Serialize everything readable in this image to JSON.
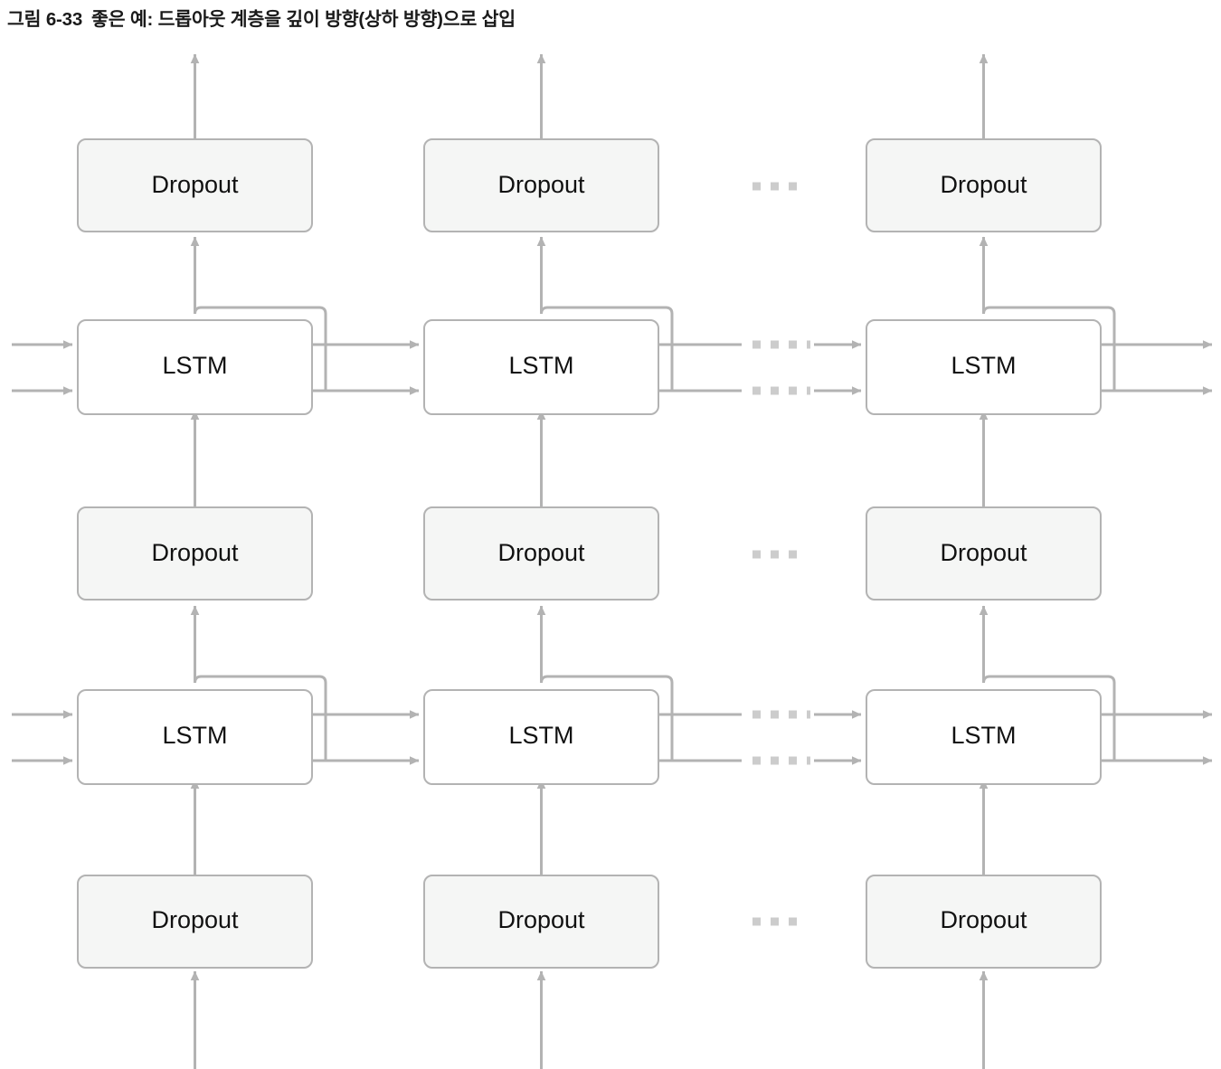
{
  "caption": {
    "figure_number": "그림 6-33",
    "text": "좋은 예: 드롭아웃 계층을 깊이 방향(상하 방향)으로 삽입"
  },
  "colors": {
    "line": "#b3b3b3",
    "box_stroke": "#b3b3b3",
    "dropout_fill": "#f5f6f5",
    "lstm_fill": "#ffffff",
    "label_text": "#111111",
    "caption_text": "#1a1a1a",
    "ellipsis": "#cccccc"
  },
  "labels": {
    "dropout": "Dropout",
    "lstm": "LSTM",
    "ellipsis": "......"
  },
  "diagram": {
    "type": "recurrent-network-unrolled",
    "columns": 3,
    "column_meaning": [
      "time-step-1",
      "time-step-2",
      "time-step-T"
    ],
    "stack_order_bottom_to_top": [
      "Dropout",
      "LSTM",
      "Dropout",
      "LSTM",
      "Dropout"
    ],
    "rows": [
      {
        "row": "dropout-top",
        "kind": "Dropout",
        "label": "Dropout"
      },
      {
        "row": "lstm-upper",
        "kind": "LSTM",
        "label": "LSTM"
      },
      {
        "row": "dropout-middle",
        "kind": "Dropout",
        "label": "Dropout"
      },
      {
        "row": "lstm-lower",
        "kind": "LSTM",
        "label": "LSTM"
      },
      {
        "row": "dropout-bottom",
        "kind": "Dropout",
        "label": "Dropout"
      }
    ],
    "nodes": [
      {
        "id": "dropout-top-c1",
        "label": "Dropout"
      },
      {
        "id": "dropout-top-c2",
        "label": "Dropout"
      },
      {
        "id": "dropout-top-c3",
        "label": "Dropout"
      },
      {
        "id": "lstm-upper-c1",
        "label": "LSTM"
      },
      {
        "id": "lstm-upper-c2",
        "label": "LSTM"
      },
      {
        "id": "lstm-upper-c3",
        "label": "LSTM"
      },
      {
        "id": "dropout-mid-c1",
        "label": "Dropout"
      },
      {
        "id": "dropout-mid-c2",
        "label": "Dropout"
      },
      {
        "id": "dropout-mid-c3",
        "label": "Dropout"
      },
      {
        "id": "lstm-lower-c1",
        "label": "LSTM"
      },
      {
        "id": "lstm-lower-c2",
        "label": "LSTM"
      },
      {
        "id": "lstm-lower-c3",
        "label": "LSTM"
      },
      {
        "id": "dropout-bot-c1",
        "label": "Dropout"
      },
      {
        "id": "dropout-bot-c2",
        "label": "Dropout"
      },
      {
        "id": "dropout-bot-c3",
        "label": "Dropout"
      }
    ],
    "ellipses": [
      {
        "id": "ellipsis-dropout-top",
        "text": "......"
      },
      {
        "id": "ellipsis-lstm-upper-h",
        "text": "......"
      },
      {
        "id": "ellipsis-lstm-upper-c",
        "text": "......"
      },
      {
        "id": "ellipsis-dropout-mid",
        "text": "......"
      },
      {
        "id": "ellipsis-lstm-lower-h",
        "text": "......"
      },
      {
        "id": "ellipsis-lstm-lower-c",
        "text": "......"
      },
      {
        "id": "ellipsis-dropout-bot",
        "text": "......"
      }
    ]
  }
}
